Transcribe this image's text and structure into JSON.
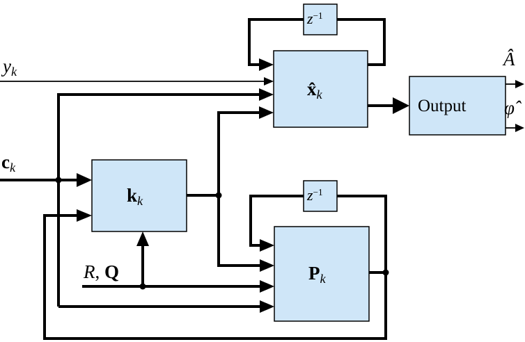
{
  "blocks": {
    "delay_top": {
      "base": "z",
      "sup": "−1"
    },
    "x_hat": {
      "base": "x̂",
      "sub": "k"
    },
    "output": {
      "label": "Output"
    },
    "k_gain": {
      "base": "k",
      "sub": "k"
    },
    "delay_bottom": {
      "base": "z",
      "sup": "−1"
    },
    "p_cov": {
      "base": "P",
      "sub": "k"
    }
  },
  "signals": {
    "y": {
      "base": "y",
      "sub": "k"
    },
    "c": {
      "base": "c",
      "sub": "k"
    },
    "rq": {
      "r": "R",
      "sep": ",",
      "q": "Q"
    },
    "a_hat": {
      "label": "Â"
    },
    "phi_hat": {
      "label": "φ̂"
    }
  }
}
